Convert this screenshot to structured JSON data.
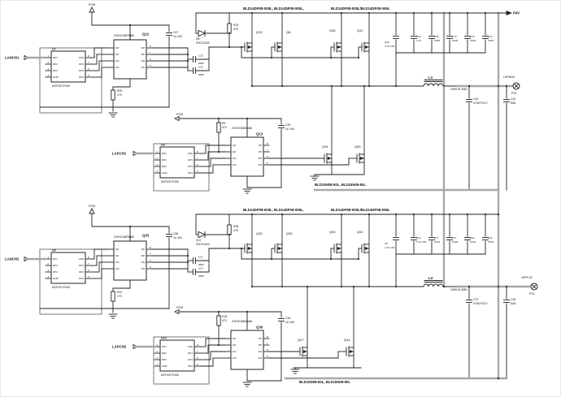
{
  "schematic": {
    "power": {
      "p2v8": "P2V8",
      "p4v": "P4V"
    },
    "inputs": {
      "in1": "LANCH1",
      "in2": "LAPCH1",
      "in3": "LANCH2",
      "in4": "LAPCH2"
    },
    "fet_notes": {
      "top_p_left": "BLD14DP08-008L, BLD14DP08-008L,",
      "top_p_right": "BLD14DP08-008L/BLD14DP08-008L",
      "top_n": "BLD15N08-50L, BLD15N08-50L",
      "bot_p_left": "BLD14DP08-008L, BLD14DP08-008L,",
      "bot_p_right": "BLD14DP08-008L/BLD14DP08-008L",
      "bot_n": "BLD15N08-50L, BLD15N08-50L"
    },
    "ics": {
      "u7": {
        "ref": "U7",
        "part": "MCP42CP43K"
      },
      "u9": {
        "ref": "U9",
        "part": "MCP42CP43K"
      },
      "u5": {
        "ref": "U5",
        "part": "MCP42CP43K"
      },
      "u10": {
        "ref": "U10",
        "part": "MCP42CP43K"
      },
      "pins_left": [
        "DP1",
        "DP2",
        "DP3",
        "GND"
      ],
      "pins_right": [
        "VDD",
        "DP1",
        "DP3",
        "DP2"
      ],
      "nums_left": [
        "1",
        "2",
        "3",
        "4"
      ],
      "nums_right": [
        "8",
        "7",
        "6",
        "5"
      ]
    },
    "drivers": {
      "q12": {
        "ref": "Q12",
        "part": "ZXHC08P888"
      },
      "q13": {
        "ref": "Q13",
        "part": "ZXHC08N888"
      },
      "q33": {
        "ref": "Q33",
        "part": "ZXHC08P888"
      },
      "q36": {
        "ref": "Q36",
        "part": "ZXHC08N888"
      },
      "pins_left": [
        "GP",
        "GP",
        "GN",
        "GN"
      ],
      "pins_right": [
        "DP",
        "DP",
        "DN",
        "DN"
      ],
      "nums_right": [
        "8",
        "7",
        "6",
        "5"
      ]
    },
    "resistors": {
      "r29": {
        "ref": "R29",
        "value": "170"
      },
      "r15": {
        "ref": "R15",
        "value": "47K"
      },
      "r9": {
        "ref": "R9",
        "value": "470"
      },
      "r42": {
        "ref": "R42",
        "value": "170"
      },
      "r38": {
        "ref": "R38",
        "value": "47K"
      },
      "r18": {
        "ref": "R18",
        "value": "470"
      }
    },
    "diodes": {
      "d8": {
        "ref": "D8",
        "part": "ZHCS1000"
      },
      "d11": {
        "ref": "D11",
        "part": "ZHCS1000"
      }
    },
    "capacitors": {
      "c47": {
        "ref": "C47",
        "value": "1U 16V"
      },
      "c25": {
        "ref": "C25",
        "value": "680P"
      },
      "c26": {
        "ref": "C26",
        "value": "680P"
      },
      "c39": {
        "ref": "C39",
        "value": "1U 16V"
      },
      "c62": {
        "ref": "C62",
        "value": "4.7U 16V"
      },
      "c63": {
        "ref": "C63",
        "value": "4.7U"
      },
      "c65": {
        "ref": "C65",
        "value": "470N"
      },
      "c73": {
        "ref": "C73",
        "value": "470N"
      },
      "c76": {
        "ref": "C76",
        "value": "470N"
      },
      "c29": {
        "ref": "C29",
        "value": "470N"
      },
      "c24": {
        "ref": "C24",
        "value": "470N POLY"
      },
      "c20": {
        "ref": "C20",
        "value": "6U8"
      },
      "c56": {
        "ref": "C56",
        "value": "1U 16V"
      },
      "c22": {
        "ref": "C22",
        "value": "680P"
      },
      "c23": {
        "ref": "C23",
        "value": "680P"
      },
      "c28": {
        "ref": "C28",
        "value": "1U 16V"
      },
      "c8": {
        "ref": "C8",
        "value": "4.7U 16V"
      },
      "c12": {
        "ref": "C12",
        "value": "4.7U 16V"
      },
      "c74": {
        "ref": "C74",
        "value": "470N"
      },
      "c71": {
        "ref": "C71",
        "value": "470N"
      },
      "c34": {
        "ref": "C34",
        "value": "470N"
      },
      "c32": {
        "ref": "C32",
        "value": "470N"
      },
      "c37": {
        "ref": "C37",
        "value": "470N POLY"
      },
      "c35": {
        "ref": "C35",
        "value": "6U8"
      }
    },
    "mosfets": {
      "q15": "Q15",
      "q8": "Q8",
      "q30": "Q30",
      "q41": "Q41",
      "q34": "Q34",
      "q45": "Q45",
      "q35": "Q35",
      "q39": "Q39",
      "q40": "Q40",
      "q42": "Q42",
      "q47": "Q47",
      "q44": "Q44"
    },
    "inductors": {
      "l3": {
        "ref": "L3",
        "value": "330N W SMD"
      },
      "l4": {
        "ref": "L4",
        "value": "330N W SMD"
      }
    },
    "pads": {
      "out1": {
        "label": "LRPMOS",
        "sub": "POL"
      },
      "out2": {
        "label": "LRPP-02",
        "sub": "POL"
      }
    }
  }
}
